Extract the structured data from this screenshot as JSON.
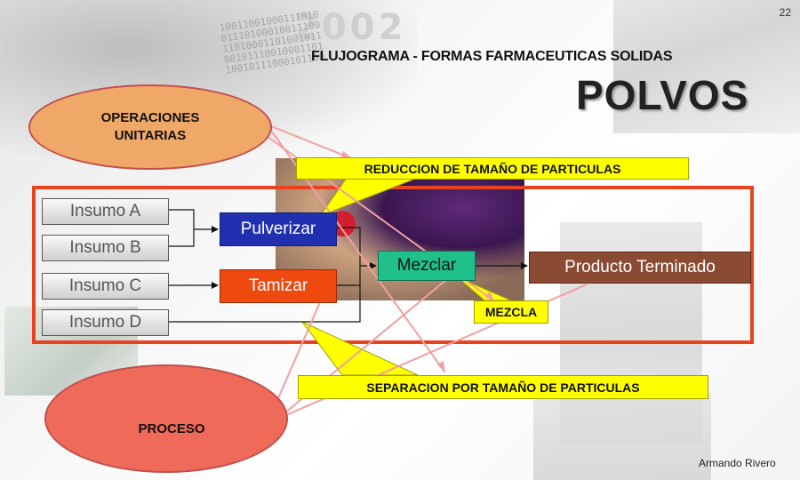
{
  "page_number": "22",
  "title": "FLUJOGRAMA - FORMAS FARMACEUTICAS SOLIDAS",
  "subtitle": "POLVOS",
  "ellipses": {
    "operaciones": "OPERACIONES UNITARIAS",
    "proceso": "PROCESO"
  },
  "callouts": {
    "reduccion": "REDUCCION DE TAMAÑO DE PARTICULAS",
    "mezcla": "MEZCLA",
    "separacion": "SEPARACION POR TAMAÑO DE PARTICULAS"
  },
  "insumos": [
    "Insumo A",
    "Insumo B",
    "Insumo C",
    "Insumo D"
  ],
  "operations": {
    "pulverizar": "Pulverizar",
    "tamizar": "Tamizar",
    "mezclar": "Mezclar",
    "producto": "Producto Terminado"
  },
  "author": "Armando Rivero",
  "colors": {
    "frame": "#e8421e",
    "callout": "#ffff00",
    "pulverizar": "#2030b0",
    "tamizar": "#ee4a10",
    "mezclar": "#20c08a",
    "producto": "#8b4b32",
    "operaciones_ellipse": "#f0a868",
    "proceso_ellipse": "#f06a5a"
  }
}
